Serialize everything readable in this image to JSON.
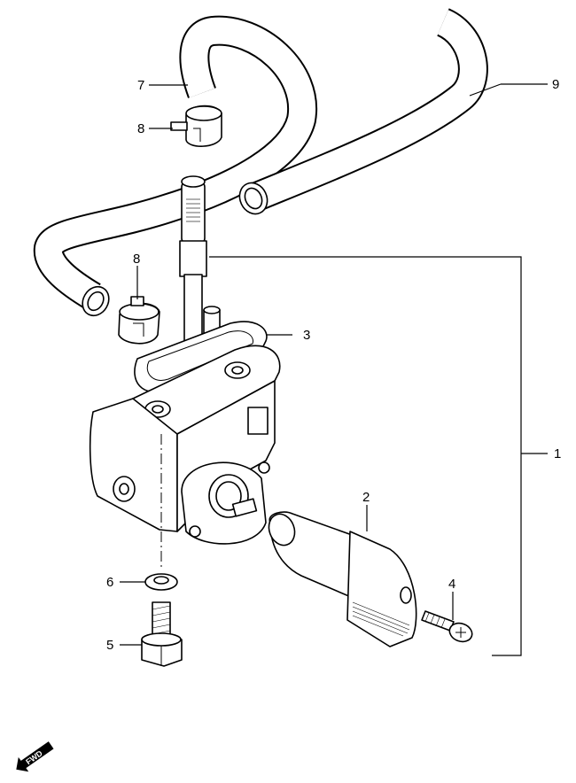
{
  "callouts": {
    "c1": "1",
    "c2": "2",
    "c3": "3",
    "c4": "4",
    "c5": "5",
    "c6": "6",
    "c7": "7",
    "c8a": "8",
    "c8b": "8",
    "c9": "9"
  },
  "fwd_label": "FWD",
  "colors": {
    "ink": "#000000",
    "paper": "#ffffff"
  }
}
